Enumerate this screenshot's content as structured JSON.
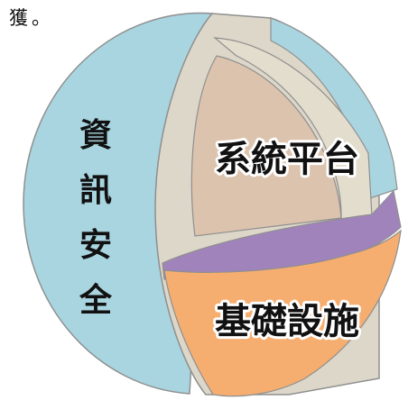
{
  "top_text_fragment": "獲。",
  "layers": {
    "outer": {
      "label": "資訊安全",
      "chars": [
        "資",
        "訊",
        "安",
        "全"
      ],
      "color": "#a8d5e0"
    },
    "platform": {
      "label": "系統平台",
      "color": "#dcc3ad"
    },
    "infrastructure": {
      "label": "基礎設施",
      "color": "#f6ae70"
    },
    "band_color": "#a183bc",
    "shell_color": "#dcd7c8",
    "outline_color": "#8f8f8f"
  }
}
